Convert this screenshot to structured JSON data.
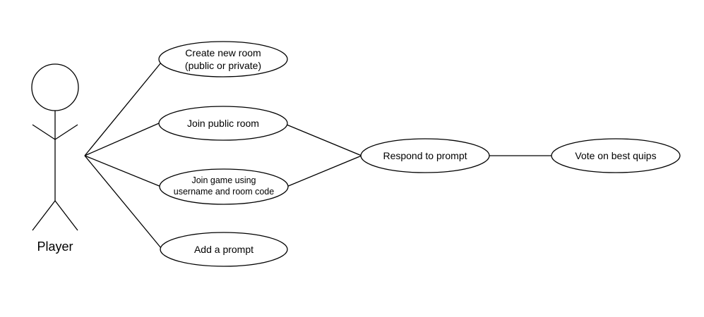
{
  "actor": {
    "name": "Player"
  },
  "use_cases": {
    "create_room": [
      "Create new room",
      "(public or private)"
    ],
    "join_public": [
      "Join public room"
    ],
    "join_code": [
      "Join game using",
      "username and room code"
    ],
    "add_prompt": [
      "Add a prompt"
    ],
    "respond": [
      "Respond to prompt"
    ],
    "vote": [
      "Vote on best quips"
    ]
  },
  "colors": {
    "stroke": "#000000",
    "background": "#ffffff"
  }
}
